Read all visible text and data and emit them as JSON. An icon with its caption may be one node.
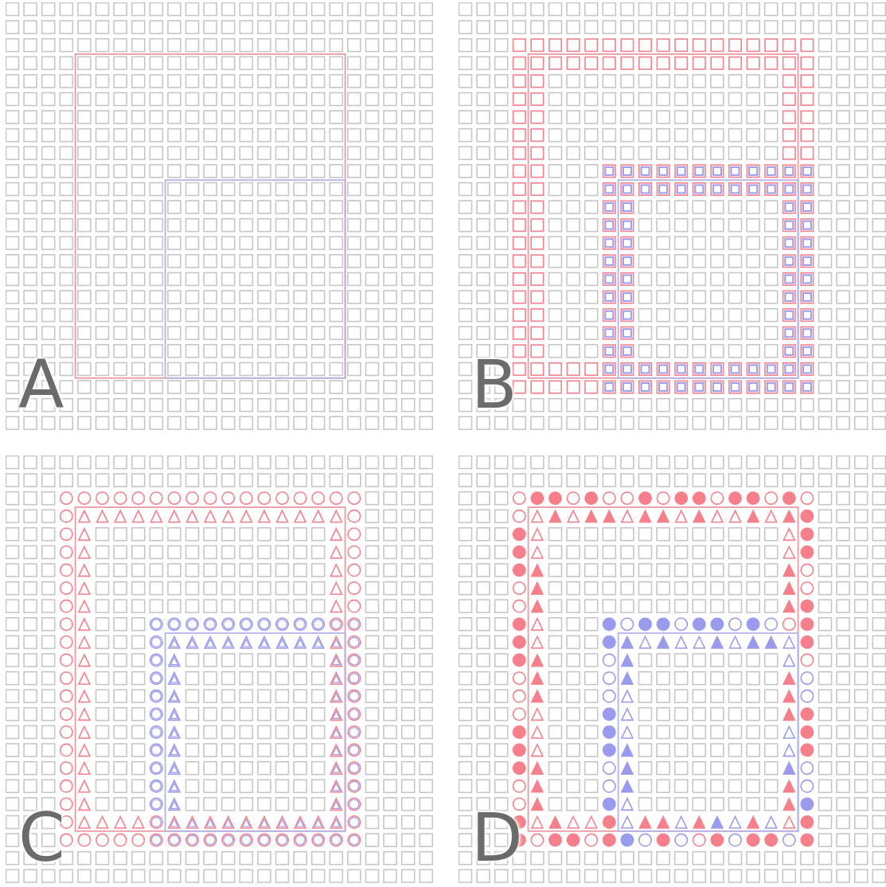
{
  "diagram": {
    "labels": [
      "A",
      "B",
      "C",
      "D"
    ]
  }
}
